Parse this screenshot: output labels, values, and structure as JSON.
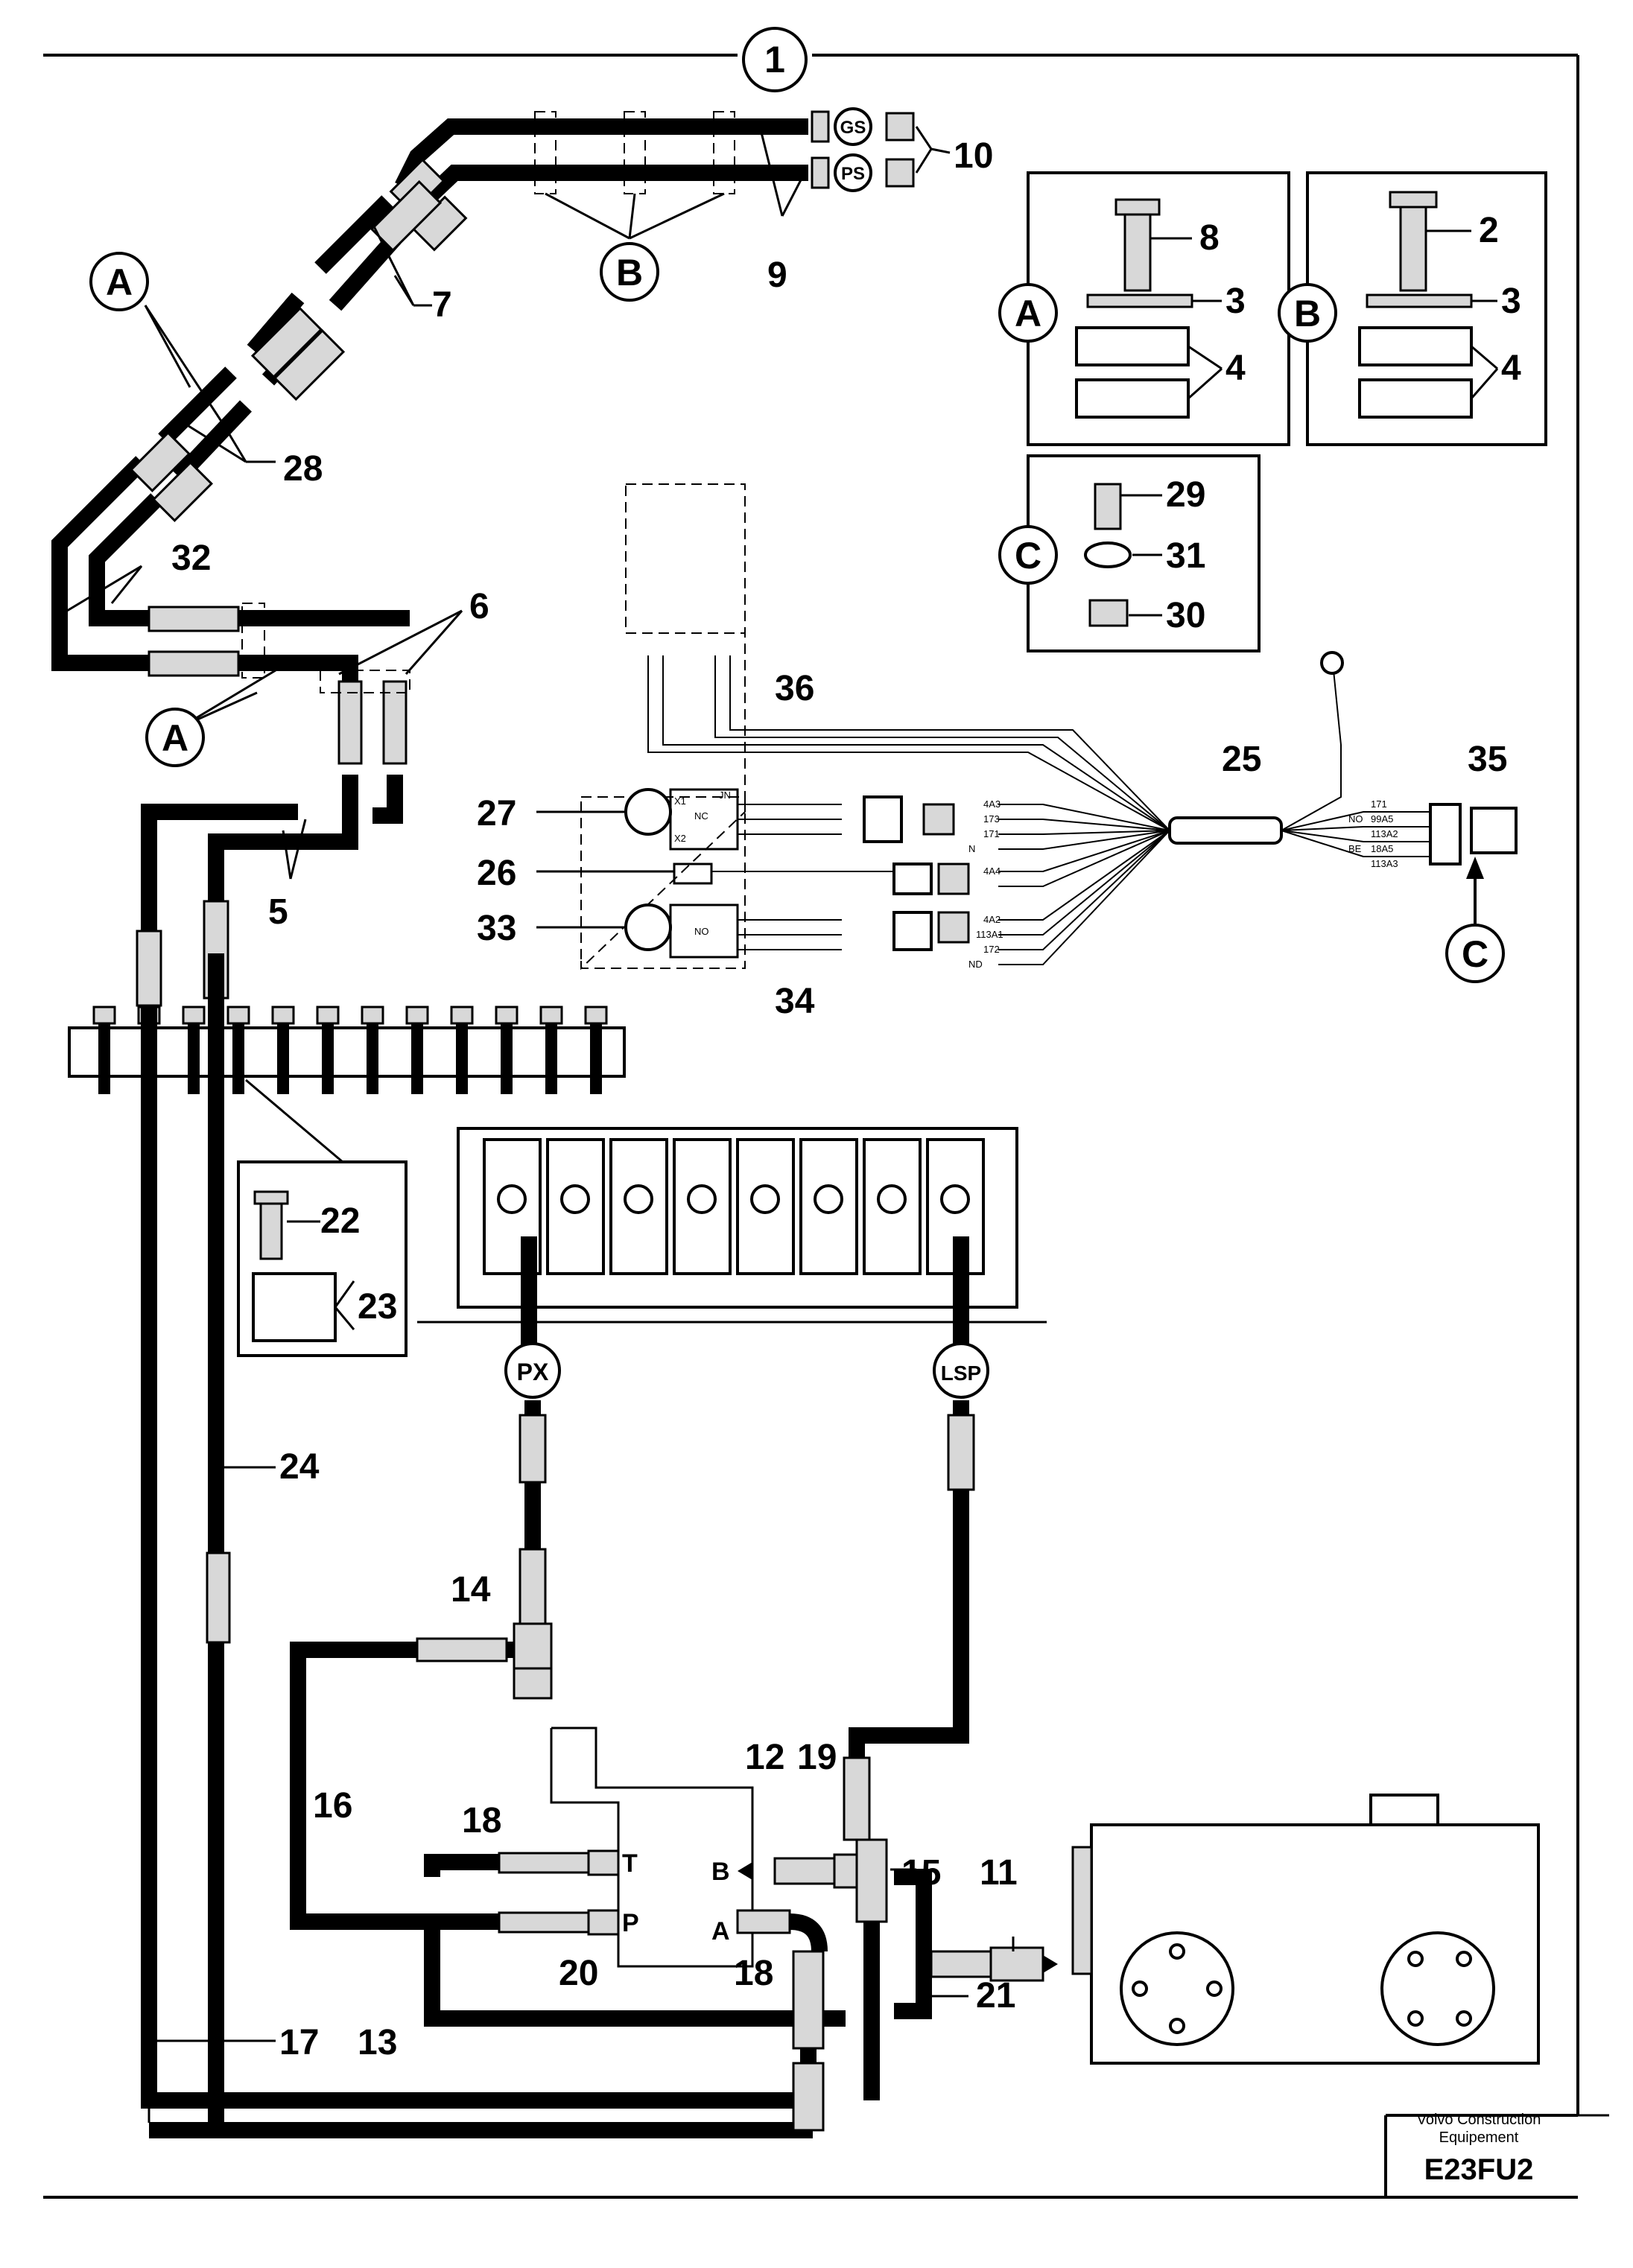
{
  "title_block": {
    "company_line1": "Volvo Construction",
    "company_line2": "Equipement",
    "drawing_code": "E23FU2"
  },
  "callouts": {
    "c1": "1",
    "c2": "2",
    "c3": "3",
    "c3b": "3",
    "c4": "4",
    "c4b": "4",
    "c5": "5",
    "c6": "6",
    "c7": "7",
    "c8": "8",
    "c9": "9",
    "c10": "10",
    "c11": "11",
    "c12": "12",
    "c13": "13",
    "c14": "14",
    "c15": "15",
    "c16": "16",
    "c17": "17",
    "c18a": "18",
    "c18b": "18",
    "c19": "19",
    "c20": "20",
    "c21": "21",
    "c22": "22",
    "c23": "23",
    "c24": "24",
    "c25": "25",
    "c26": "26",
    "c27": "27",
    "c28": "28",
    "c29": "29",
    "c30": "30",
    "c31": "31",
    "c32": "32",
    "c33": "33",
    "c34": "34",
    "c35": "35",
    "c36": "36"
  },
  "circle_refs": {
    "A1": "A",
    "A2": "A",
    "A3": "A",
    "B1": "B",
    "B2": "B",
    "C1": "C",
    "C2": "C"
  },
  "port_tags": {
    "gs": "GS",
    "ps": "PS",
    "px": "PX",
    "lsp": "LSP"
  },
  "valve_ports": {
    "t": "T",
    "p": "P",
    "b": "B",
    "a": "A"
  },
  "wiring": {
    "jn": "JN",
    "nc": "NC",
    "no": "NO",
    "nd": "ND",
    "n": "N",
    "be": "BE",
    "w4a3": "4A3",
    "w173": "173",
    "w171": "171",
    "w4a4": "4A4",
    "w4a2": "4A2",
    "w113a1": "113A1",
    "w172": "172",
    "w99a5": "99A5",
    "w113a2": "113A2",
    "w18a5": "18A5",
    "w113a3": "113A3",
    "x1": "X1",
    "x2": "X2"
  },
  "colors": {
    "line": "#000000",
    "background": "#ffffff",
    "fitting_fill": "#d8d8d8"
  }
}
